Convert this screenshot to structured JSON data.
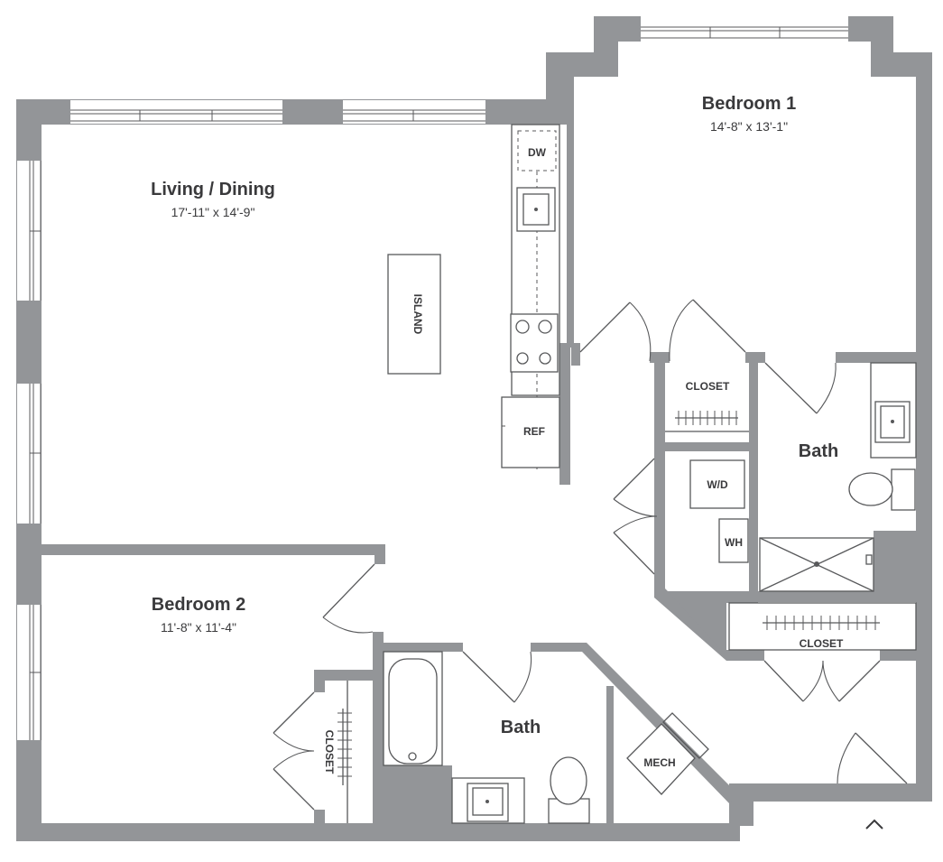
{
  "rooms": {
    "living_dining": {
      "name": "Living / Dining",
      "dims": "17'-11\" x 14'-9\""
    },
    "bedroom1": {
      "name": "Bedroom 1",
      "dims": "14'-8\" x 13'-1\""
    },
    "bedroom2": {
      "name": "Bedroom 2",
      "dims": "11'-8\" x 11'-4\""
    },
    "bath1": {
      "name": "Bath"
    },
    "bath2": {
      "name": "Bath"
    }
  },
  "fixtures": {
    "dw": "DW",
    "island": "ISLAND",
    "ref": "REF",
    "closet_bed1": "CLOSET",
    "wd": "W/D",
    "wh": "WH",
    "closet_hall": "CLOSET",
    "closet_bed2": "CLOSET",
    "mech": "MECH"
  },
  "colors": {
    "wall": "#939598",
    "line": "#58595b",
    "text": "#3a3a3c"
  },
  "icons": {
    "entry": "entry-caret-icon"
  }
}
